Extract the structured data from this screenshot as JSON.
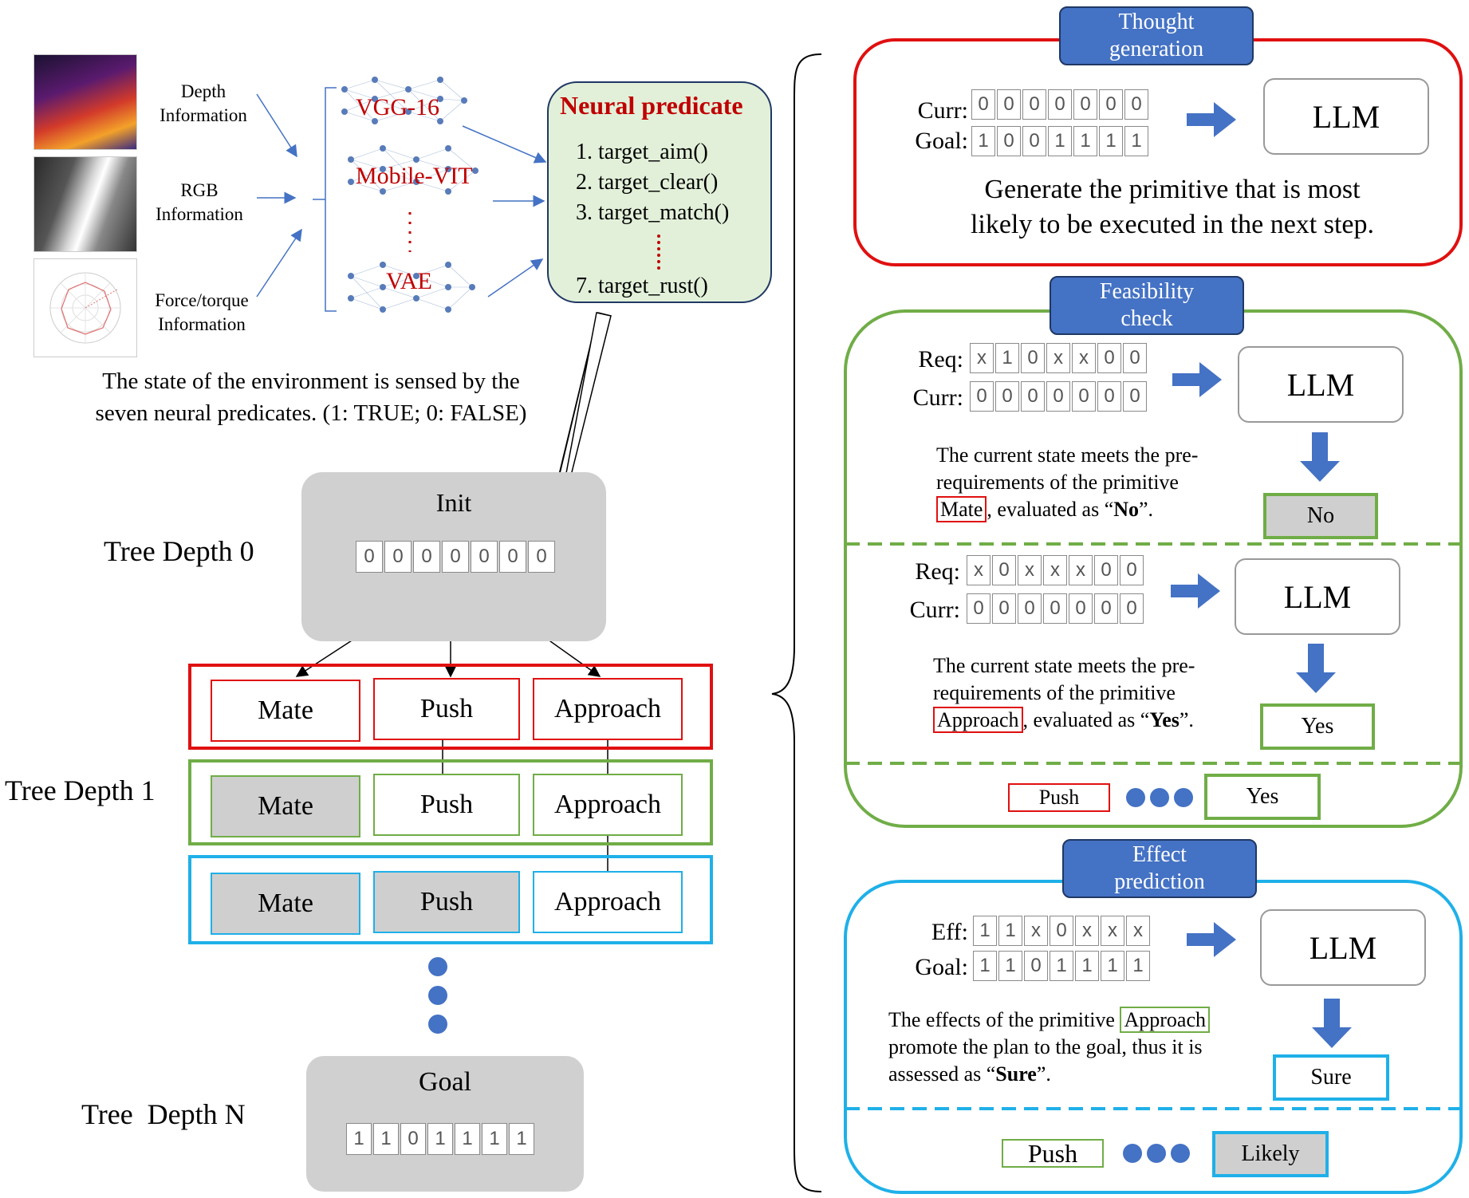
{
  "colors": {
    "red": "#e01010",
    "green": "#70ad47",
    "blue": "#1fb0e8",
    "tag_blue": "#4472c4",
    "gray": "#cfcfcf",
    "dark_red": "#b00000"
  },
  "inputs": {
    "depth_label": [
      "Depth",
      "Information"
    ],
    "rgb_label": [
      "RGB",
      "Information"
    ],
    "force_label": [
      "Force/torque",
      "Information"
    ]
  },
  "networks": [
    "VGG-16",
    "Mobile-VIT",
    "VAE"
  ],
  "neural_predicate": {
    "title": "Neural predicate",
    "items": [
      "1. target_aim()",
      "2. target_clear()",
      "3. target_match()",
      "7. target_rust()"
    ]
  },
  "caption": [
    "The state of the environment is sensed by the",
    "seven neural predicates. (1: TRUE; 0: FALSE)"
  ],
  "tree": {
    "init_label": "Init",
    "init_state": [
      "0",
      "0",
      "0",
      "0",
      "0",
      "0",
      "0"
    ],
    "depth0": "Tree Depth 0",
    "depth1": "Tree Depth 1",
    "depthN": "Tree  Depth N",
    "rows": [
      [
        "Mate",
        "Push",
        "Approach"
      ],
      [
        "Mate",
        "Push",
        "Approach"
      ],
      [
        "Mate",
        "Push",
        "Approach"
      ]
    ],
    "goal_label": "Goal",
    "goal_state": [
      "1",
      "1",
      "0",
      "1",
      "1",
      "1",
      "1"
    ]
  },
  "thought": {
    "tag": [
      "Thought",
      "generation"
    ],
    "curr_label": "Curr:",
    "curr": [
      "0",
      "0",
      "0",
      "0",
      "0",
      "0",
      "0"
    ],
    "goal_label": "Goal:",
    "goal": [
      "1",
      "0",
      "0",
      "1",
      "1",
      "1",
      "1"
    ],
    "llm": "LLM",
    "text": [
      "Generate the primitive that is most",
      "likely to be executed in the next step."
    ]
  },
  "feasibility": {
    "tag": [
      "Feasibility",
      "check"
    ],
    "a": {
      "req_label": "Req:",
      "req": [
        "x",
        "1",
        "0",
        "x",
        "x",
        "0",
        "0"
      ],
      "curr_label": "Curr:",
      "curr": [
        "0",
        "0",
        "0",
        "0",
        "0",
        "0",
        "0"
      ],
      "llm": "LLM",
      "line1": "The current state meets the pre-",
      "line2": "requirements of the primitive",
      "primitive": "Mate",
      "mid": ", evaluated as “",
      "verdict": "No",
      "end": "”.",
      "result": "No"
    },
    "b": {
      "req_label": "Req:",
      "req": [
        "x",
        "0",
        "x",
        "x",
        "x",
        "0",
        "0"
      ],
      "curr_label": "Curr:",
      "curr": [
        "0",
        "0",
        "0",
        "0",
        "0",
        "0",
        "0"
      ],
      "llm": "LLM",
      "line1": "The current state meets the pre-",
      "line2": "requirements of the primitive",
      "primitive": "Approach",
      "mid": ", evaluated as “",
      "verdict": "Yes",
      "end": "”.",
      "result": "Yes"
    },
    "summary": {
      "left": "Push",
      "right": "Yes"
    }
  },
  "effect": {
    "tag": [
      "Effect",
      "prediction"
    ],
    "eff_label": "Eff:",
    "eff": [
      "1",
      "1",
      "x",
      "0",
      "x",
      "x",
      "x"
    ],
    "goal_label": "Goal:",
    "goal": [
      "1",
      "1",
      "0",
      "1",
      "1",
      "1",
      "1"
    ],
    "llm": "LLM",
    "line1": "The effects of the primitive ",
    "primitive": "Approach",
    "line2": "promote the plan to the goal, thus it is",
    "line3a": "assessed as “",
    "verdict": "Sure",
    "line3b": "”.",
    "result": "Sure",
    "summary": {
      "left": "Push",
      "right": "Likely"
    }
  }
}
